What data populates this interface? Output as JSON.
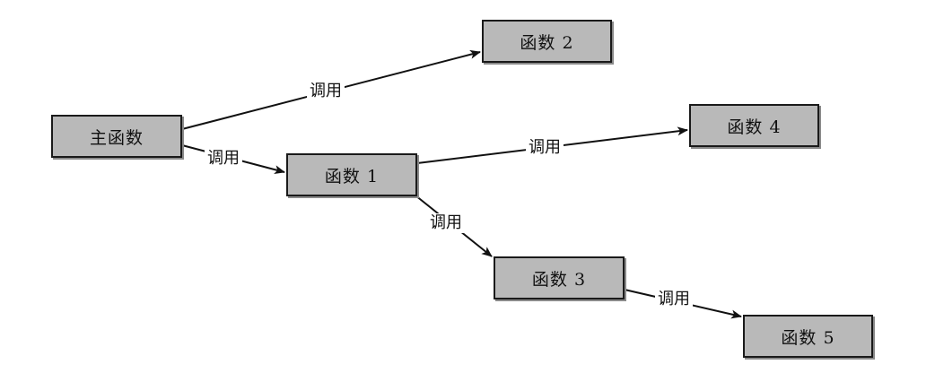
{
  "nodes": {
    "main": "主函数",
    "f1": "函数 1",
    "f2": "函数 2",
    "f3": "函数 3",
    "f4": "函数 4",
    "f5": "函数 5"
  },
  "edges": {
    "main_f2": "调用",
    "main_f1": "调用",
    "f1_f4": "调用",
    "f1_f3": "调用",
    "f3_f5": "调用"
  }
}
